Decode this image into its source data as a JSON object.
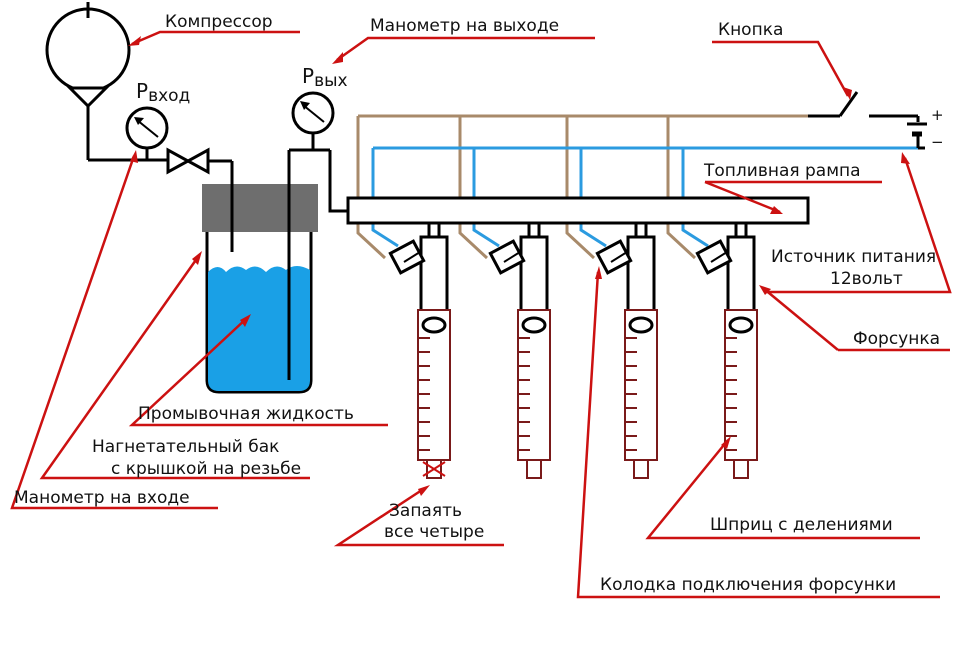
{
  "labels": {
    "compressor": "Компрессор",
    "outlet_gauge": "Манометр на выходе",
    "button": "Кнопка",
    "p_in_main": "P",
    "p_in_sub": "вход",
    "p_out_main": "P",
    "p_out_sub": "вых",
    "fuel_rail": "Топливная рампа",
    "power_line1": "Источник питания",
    "power_line2": "12вольт",
    "injector": "Форсунка",
    "cleaning_fluid": "Промывочная жидкость",
    "tank_line1": "Нагнетательный бак",
    "tank_line2": "с крышкой на резьбе",
    "inlet_gauge": "Манометр на входе",
    "seal_line1": "Запаять",
    "seal_line2": "все четыре",
    "syringe": "Шприц с делениями",
    "connector": "Колодка подключения форсунки",
    "battery_plus": "+",
    "battery_minus": "−"
  },
  "colors": {
    "line": "#000000",
    "annotation": "#cc1111",
    "wire_brown": "#a88a6a",
    "wire_blue": "#2b9be0",
    "fluid": "#1aa0e6",
    "syringe": "#7a1a1a",
    "lid": "#6e6e6e"
  },
  "icons": [
    "compressor-icon",
    "pressure-gauge-icon",
    "valve-icon",
    "switch-icon",
    "battery-icon",
    "injector-icon",
    "syringe-icon"
  ]
}
